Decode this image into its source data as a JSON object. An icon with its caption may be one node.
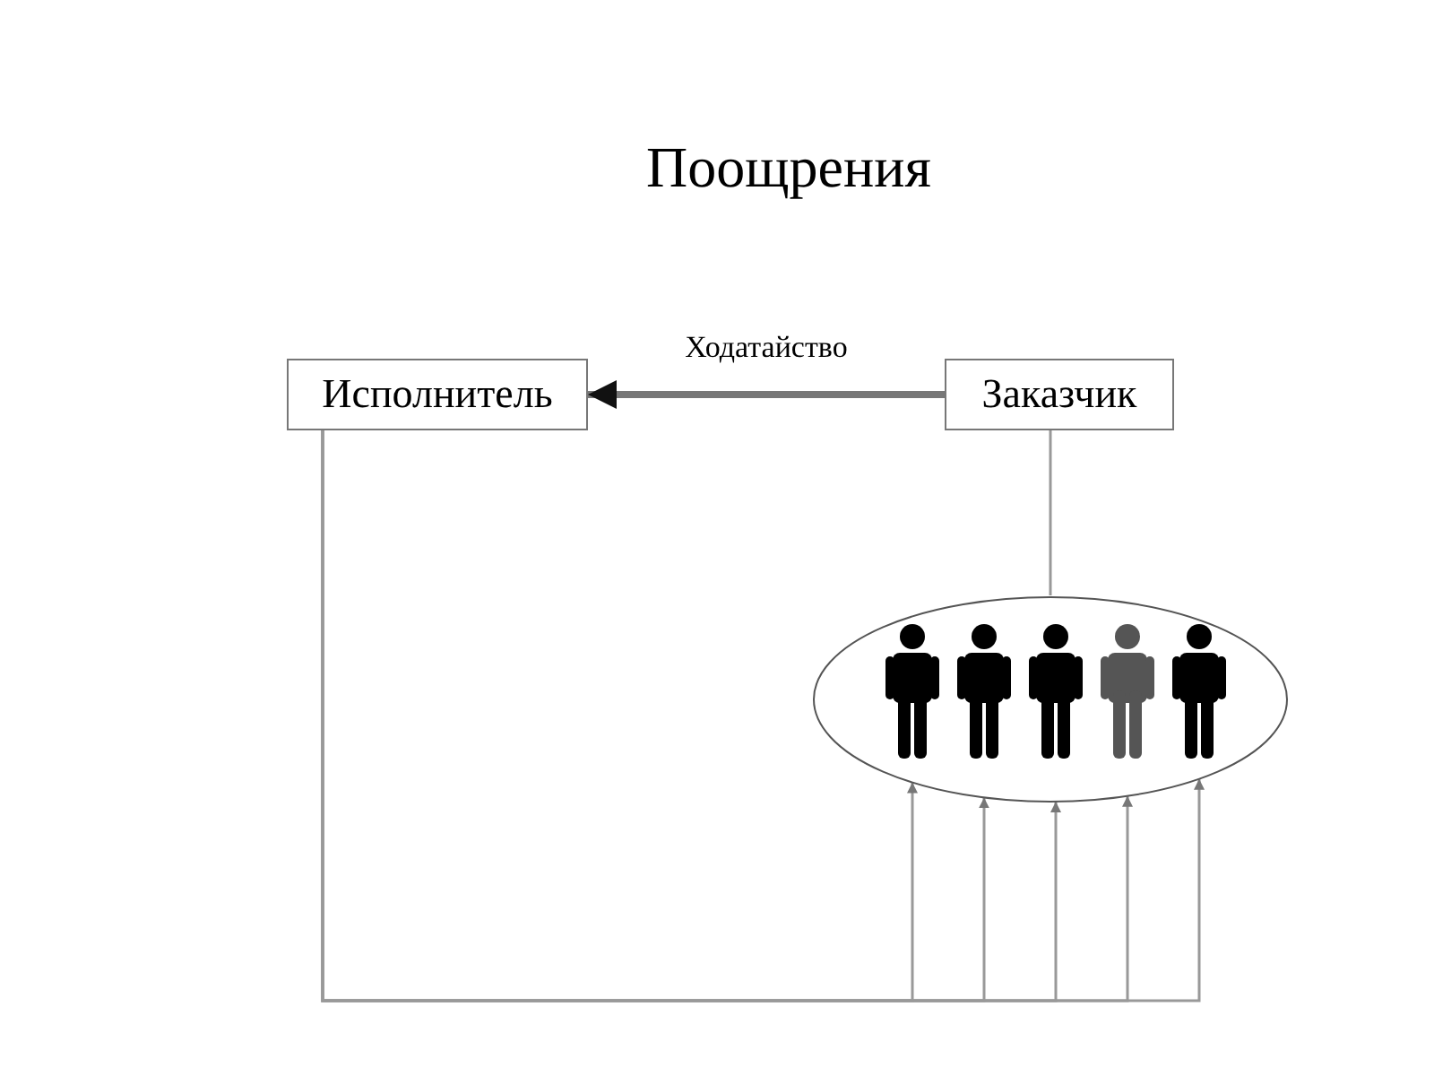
{
  "diagram": {
    "title": "Поощрения",
    "nodes": [
      {
        "text": [
          "Исполнитель"
        ]
      },
      {
        "text": [
          "Заказчик"
        ]
      },
      {
        "text": [],
        "shape": "ellipse"
      },
      {
        "text": [],
        "shape": "person",
        "in": 2
      },
      {
        "text": [],
        "shape": "person",
        "in": 2
      },
      {
        "text": [],
        "shape": "person",
        "in": 2
      },
      {
        "text": [],
        "shape": "person",
        "in": 2
      },
      {
        "text": [],
        "shape": "person",
        "in": 2
      }
    ],
    "edges": [
      {
        "from": 1,
        "to": 0,
        "arrow": "to",
        "label": "Ходатайство",
        "style": "thick"
      },
      {
        "from": 1,
        "to": 2,
        "arrow": "none"
      },
      {
        "from": 0,
        "to": 3,
        "arrow": "to"
      },
      {
        "from": 0,
        "to": 4,
        "arrow": "to"
      },
      {
        "from": 0,
        "to": 5,
        "arrow": "to"
      },
      {
        "from": 0,
        "to": 6,
        "arrow": "to"
      },
      {
        "from": 0,
        "to": 7,
        "arrow": "to"
      }
    ]
  }
}
